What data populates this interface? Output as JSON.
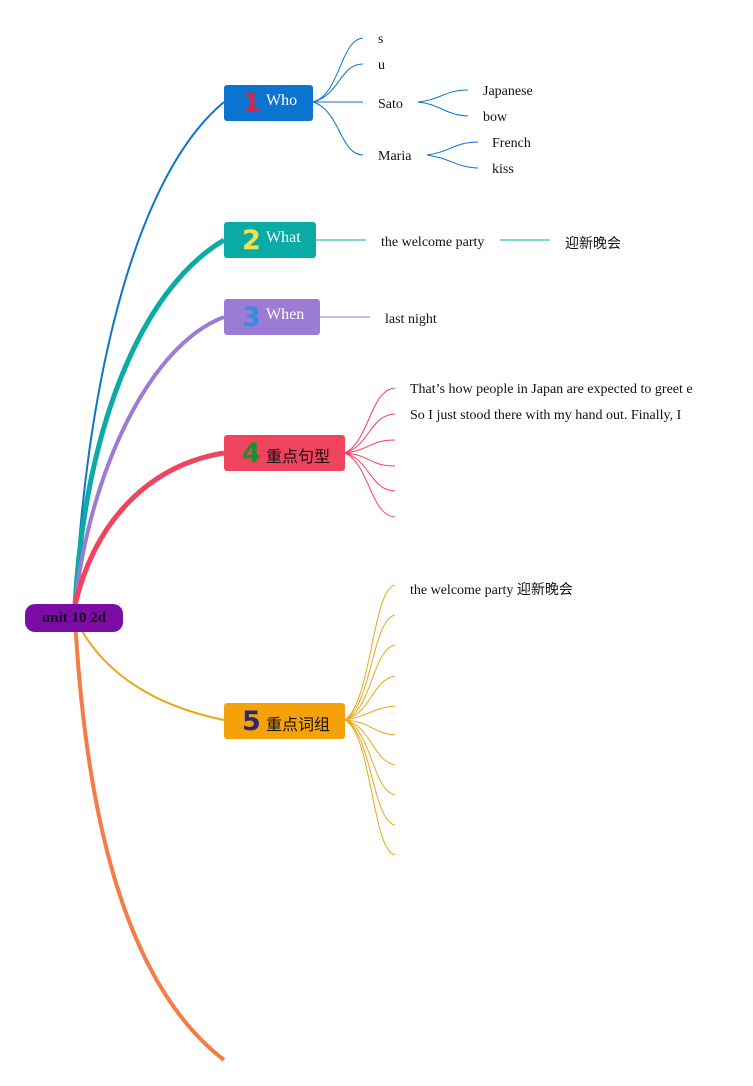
{
  "root": {
    "label": "unit 10 2d",
    "color": "#7b0da6"
  },
  "branches": [
    {
      "number": "1",
      "label": "Who",
      "color": "#0b74d1",
      "number_color": "#d72640",
      "children": [
        "s",
        "u",
        "Sato",
        "Maria"
      ],
      "grandchildren": {
        "Sato": [
          "Japanese",
          "bow"
        ],
        "Maria": [
          "French",
          "kiss"
        ]
      }
    },
    {
      "number": "2",
      "label": "What",
      "color": "#0aaba5",
      "number_color": "#f4e04d",
      "children": [
        "the welcome party"
      ],
      "grandchildren": {
        "the welcome party": [
          "迎新晚会"
        ]
      }
    },
    {
      "number": "3",
      "label": "When",
      "color": "#9b7bd6",
      "number_color": "#2f8fe0",
      "children": [
        "last night"
      ]
    },
    {
      "number": "4",
      "label": "重点句型",
      "color": "#f0435e",
      "number_color": "#1d8f2e",
      "children": [
        "That’s how people in Japan are expected to greet e",
        "So I just stood there with my hand out. Finally, I",
        "",
        "",
        "",
        ""
      ]
    },
    {
      "number": "5",
      "label": "重点词组",
      "color": "#f5a20a",
      "number_color": "#2a2a6e",
      "children": [
        "the welcome party 迎新晚会",
        "",
        "",
        "",
        "",
        "",
        "",
        "",
        "",
        ""
      ]
    },
    {
      "color": "#f47c45"
    }
  ]
}
